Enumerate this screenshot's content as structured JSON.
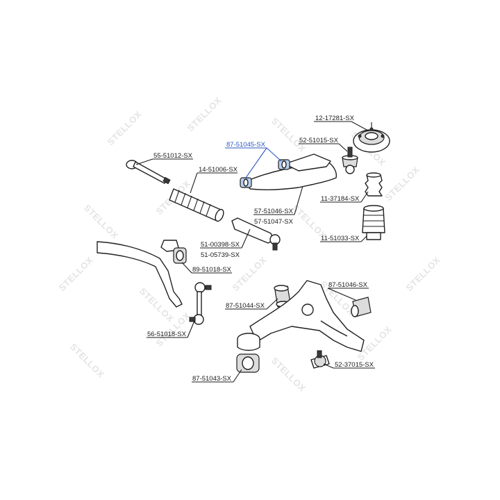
{
  "watermark": {
    "text": "STELLOX"
  },
  "labels": {
    "p12_17281": "12-17281-SX",
    "p87_51045": "87-51045-SX",
    "p52_51015": "52-51015-SX",
    "p55_51012": "55-51012-SX",
    "p14_51006": "14-51006-SX",
    "p11_37184": "11-37184-SX",
    "p57_51046": "57-51046-SX",
    "p57_51047": "57-51047-SX",
    "p11_51033": "11-51033-SX",
    "p51_00398": "51-00398-SX",
    "p51_05739": "51-05739-SX",
    "p89_51018": "89-51018-SX",
    "p87_51046": "87-51046-SX",
    "p87_51044": "87-51044-SX",
    "p56_51018": "56-51018-SX",
    "p52_37015": "52-37015-SX",
    "p87_51043": "87-51043-SX"
  },
  "colors": {
    "highlight": "#2a55c0",
    "ink": "#1a1a1a",
    "bushing_blue": "#b9cff0"
  }
}
